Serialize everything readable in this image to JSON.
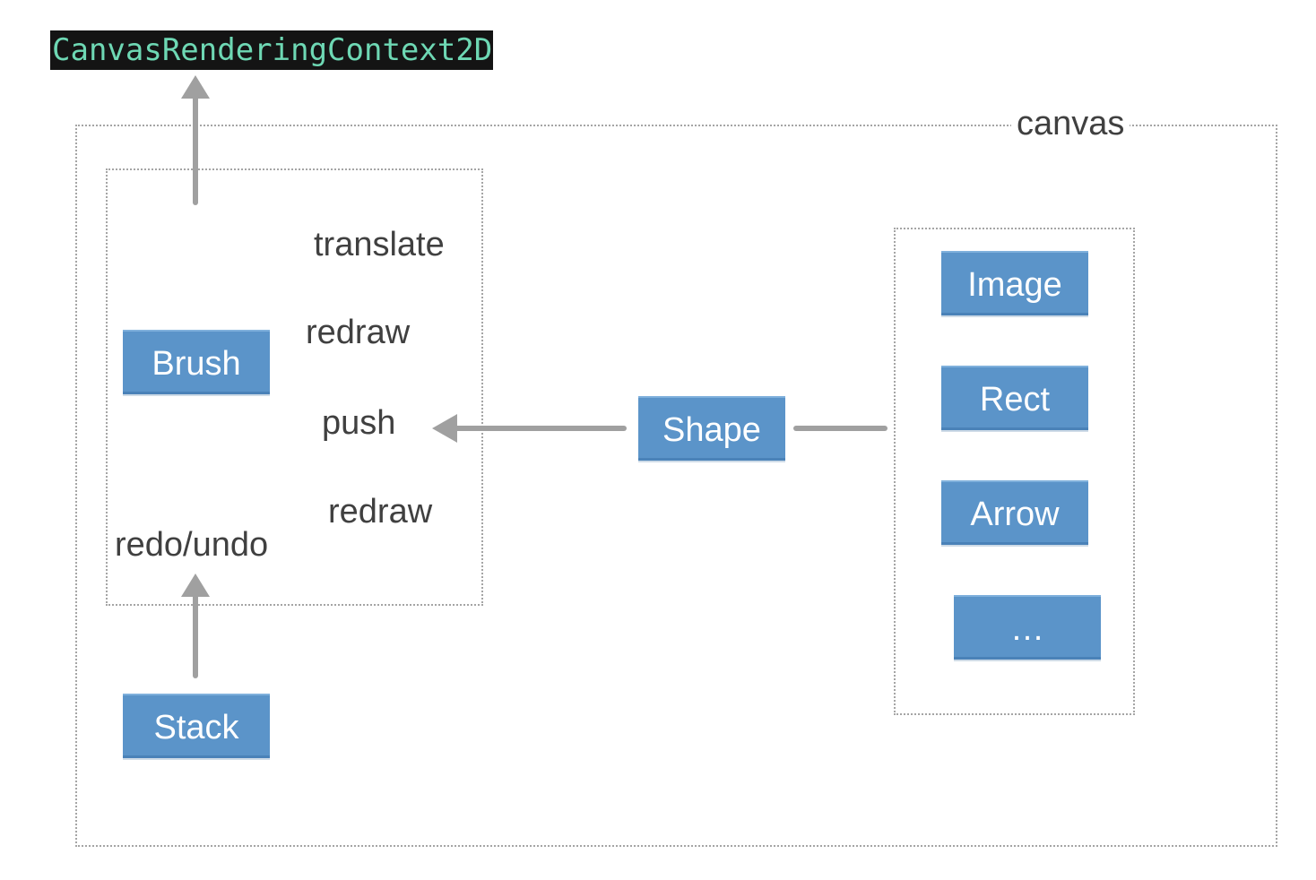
{
  "api": {
    "label": "CanvasRenderingContext2D"
  },
  "canvas": {
    "label": "canvas"
  },
  "brush": {
    "label": "Brush",
    "actions": {
      "translate": "translate",
      "redraw_top": "redraw",
      "push": "push",
      "redraw_bottom": "redraw",
      "redo_undo": "redo/undo"
    }
  },
  "stack": {
    "label": "Stack"
  },
  "shape": {
    "label": "Shape"
  },
  "shapes": {
    "items": [
      "Image",
      "Rect",
      "Arrow",
      "…"
    ]
  },
  "colors": {
    "node_fill": "#5b94c9",
    "node_text": "#ffffff",
    "label_text": "#404040",
    "arrow": "#a0a0a0",
    "frame_border": "#a5a5a5",
    "api_bg": "#141414",
    "api_text": "#6ed8b4"
  }
}
